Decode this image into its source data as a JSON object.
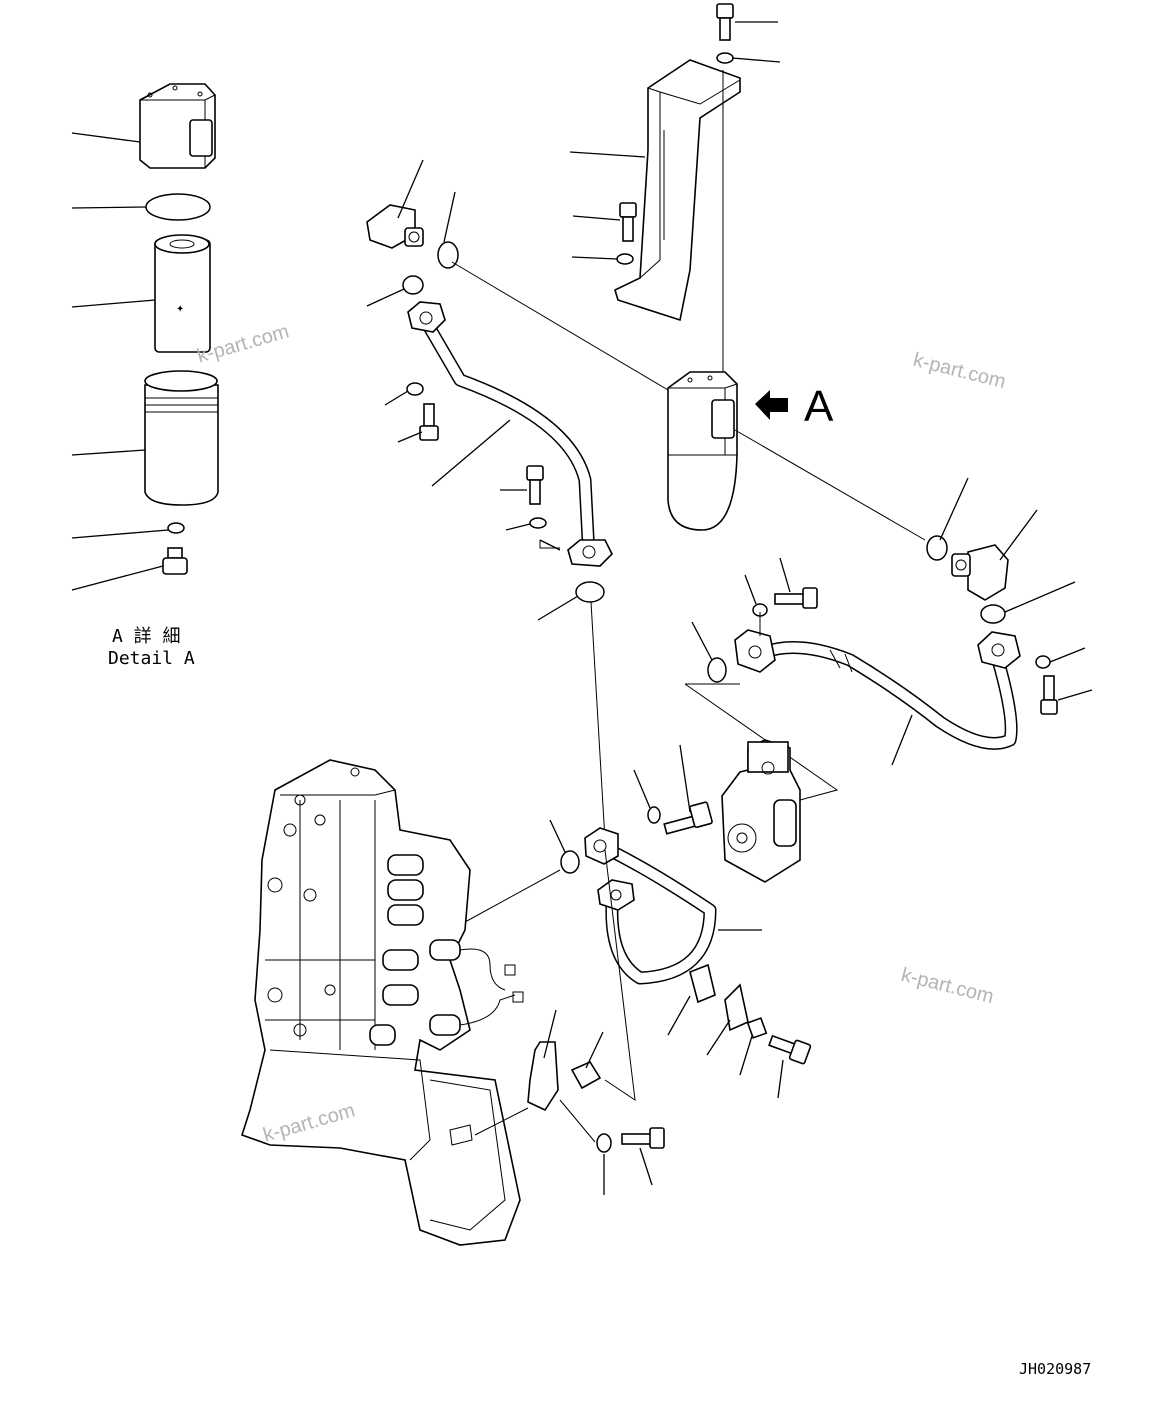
{
  "detail": {
    "label_jp": "A 詳 細",
    "label_en": "Detail A",
    "view_letter": "A"
  },
  "watermarks": [
    "k-part.com",
    "k-part.com",
    "k-part.com",
    "k-part.com"
  ],
  "drawing_code": "JH020987",
  "colors": {
    "line": "#000000",
    "watermark": "#b4b4b4",
    "background": "#ffffff"
  }
}
